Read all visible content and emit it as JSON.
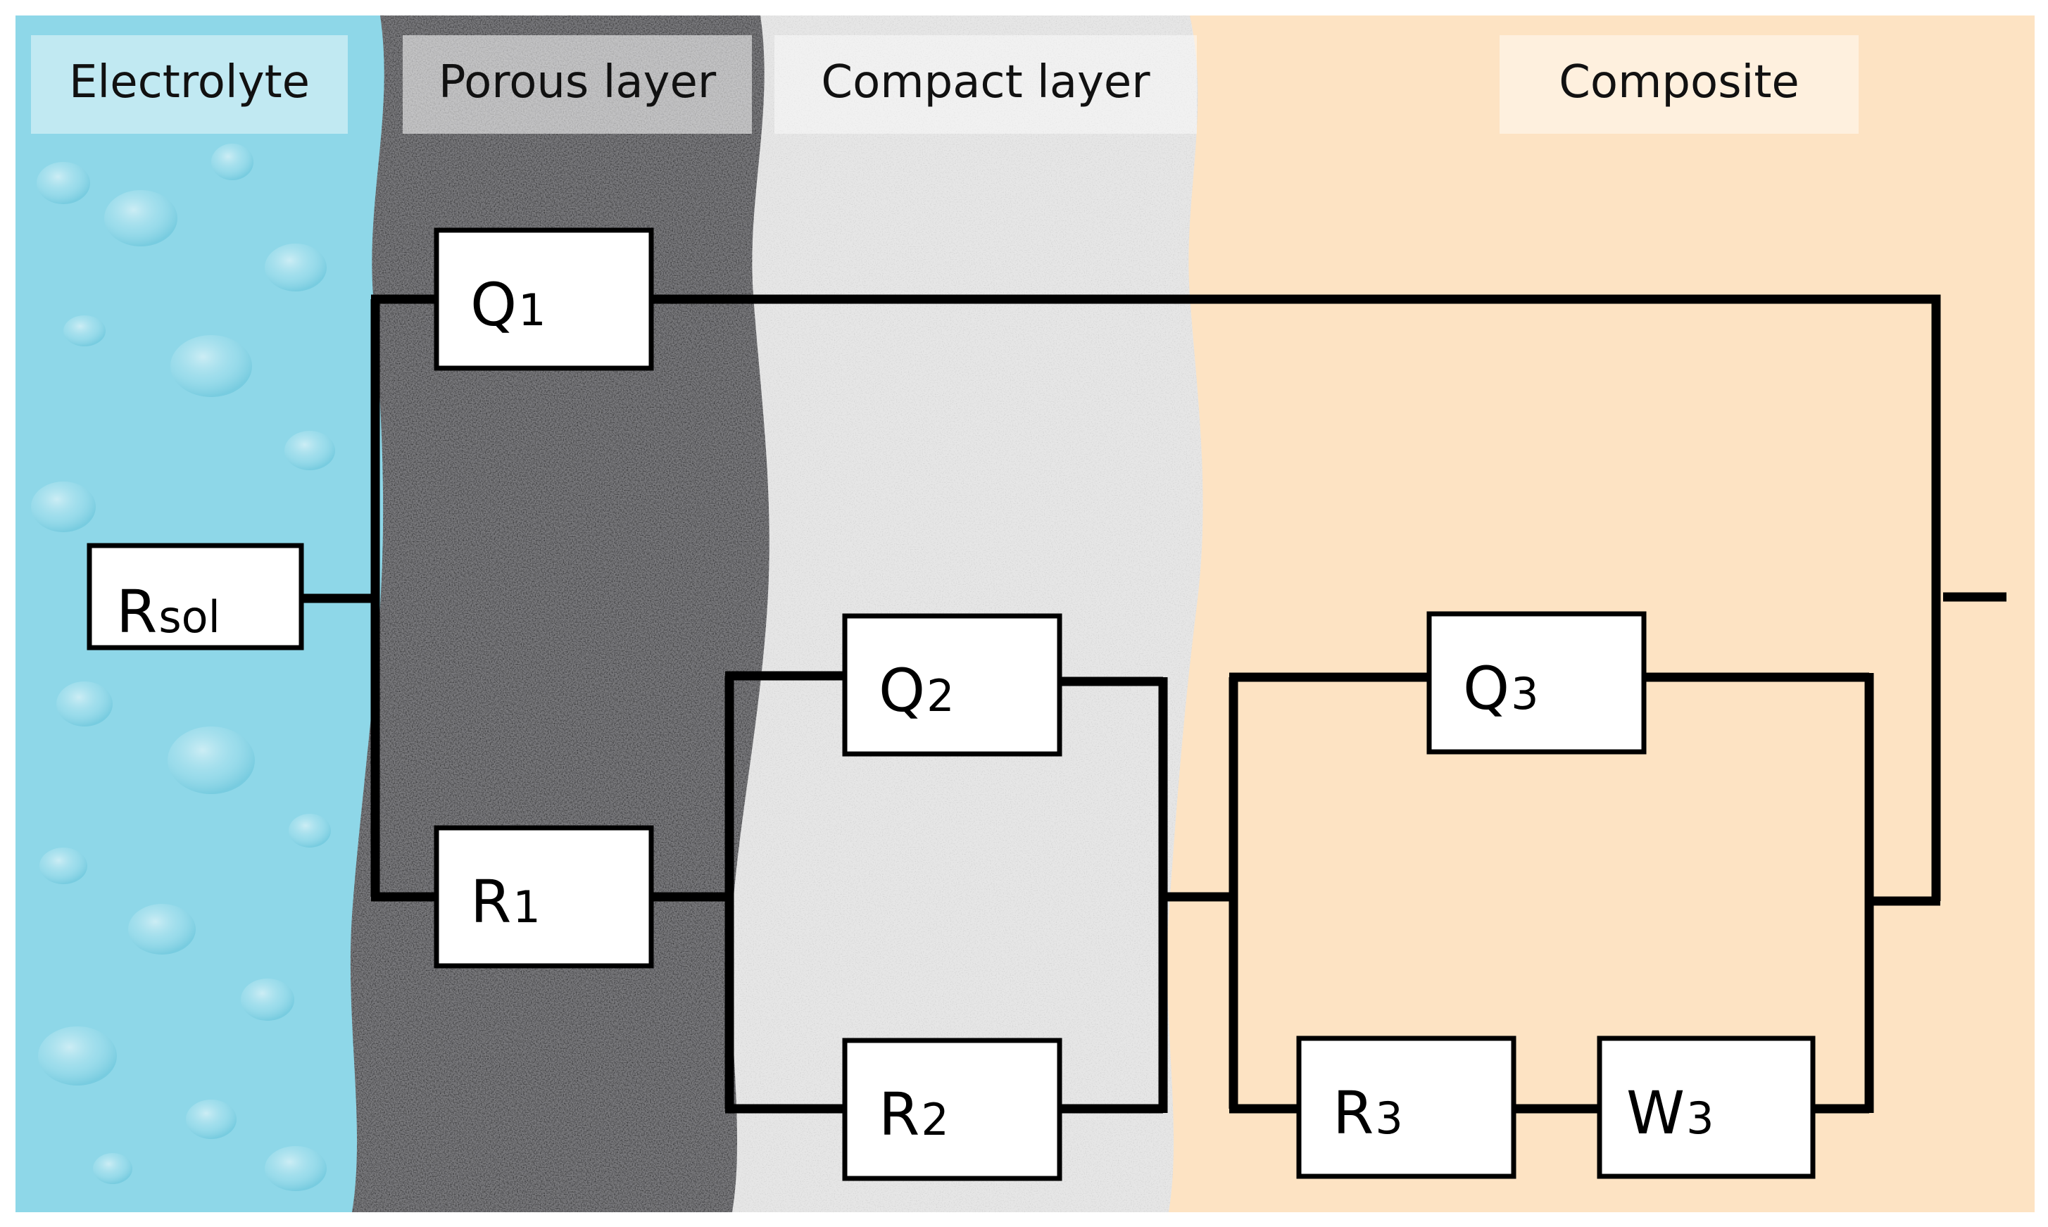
{
  "colors": {
    "electrolyte": "#8ed7e8",
    "porous": "#7b7b7f",
    "compact": "#e6e6e6",
    "composite": "#fde3c3",
    "wire": "#000000"
  },
  "zones": {
    "electrolyte": "Electrolyte",
    "porous": "Porous layer",
    "compact": "Compact layer",
    "composite": "Composite"
  },
  "components": {
    "rsol": {
      "main": "R",
      "sub": "sol"
    },
    "q1": {
      "main": "Q",
      "sub": "1"
    },
    "r1": {
      "main": "R",
      "sub": "1"
    },
    "q2": {
      "main": "Q",
      "sub": "2"
    },
    "r2": {
      "main": "R",
      "sub": "2"
    },
    "q3": {
      "main": "Q",
      "sub": "3"
    },
    "r3": {
      "main": "R",
      "sub": "3"
    },
    "w3": {
      "main": "W",
      "sub": "3"
    }
  }
}
